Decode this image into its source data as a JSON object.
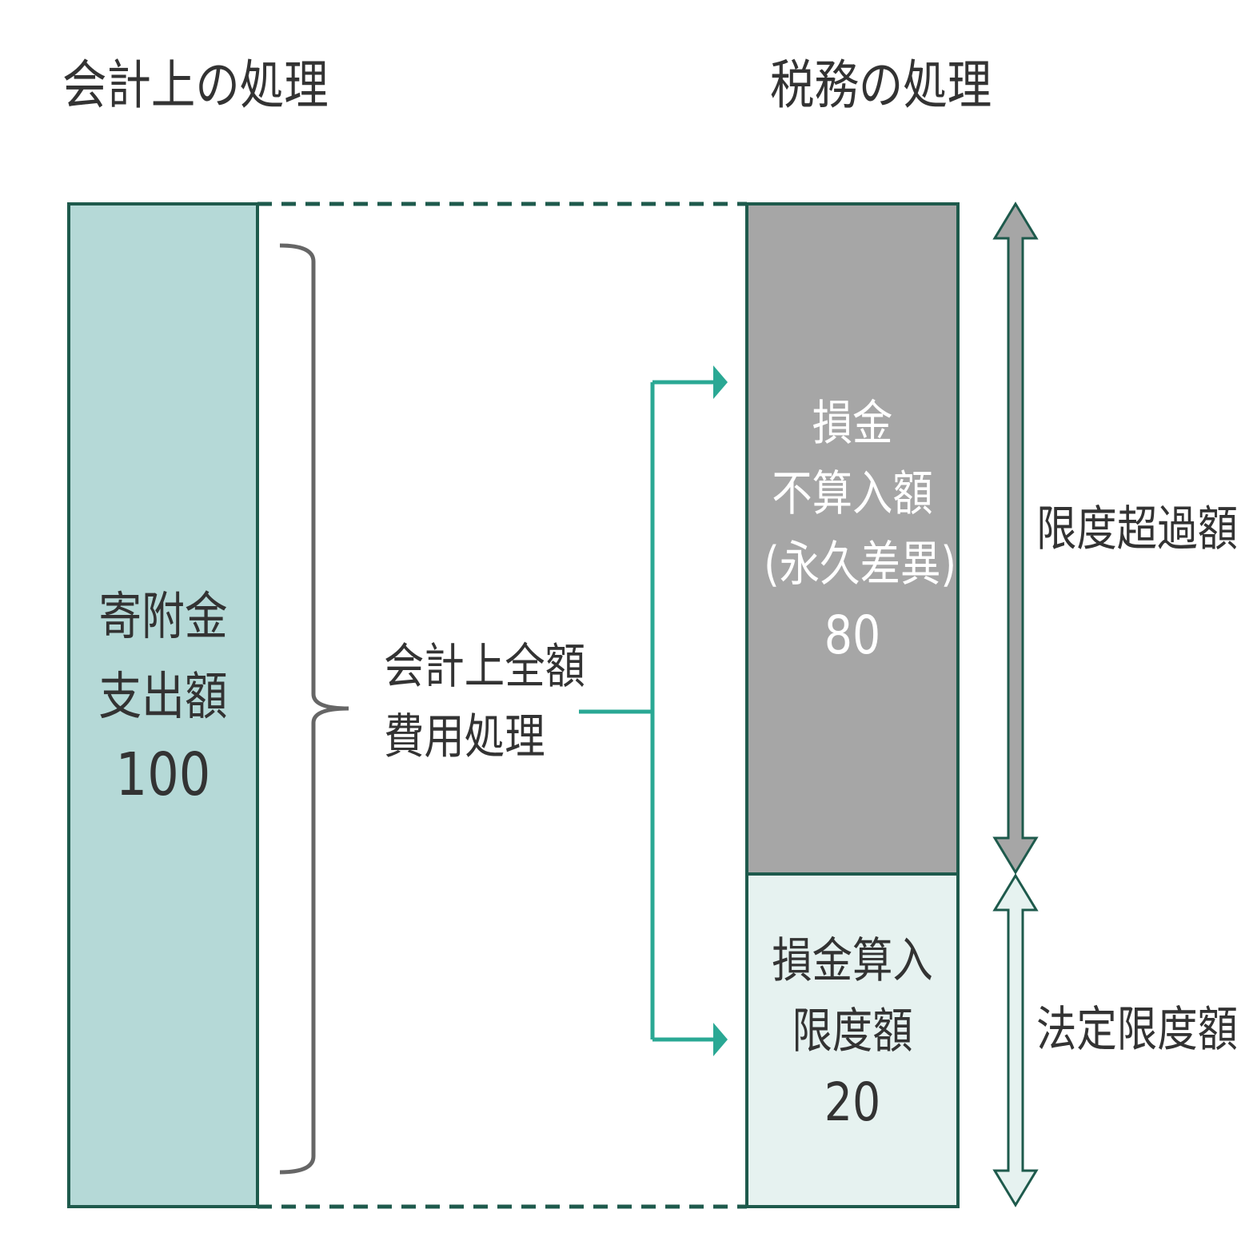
{
  "headings": {
    "accounting": "会計上の処理",
    "tax": "税務の処理"
  },
  "left_block": {
    "line1": "寄附金",
    "line2": "支出額",
    "value": "100"
  },
  "middle": {
    "line1": "会計上全額",
    "line2": "費用処理"
  },
  "non_deductible_block": {
    "line1": "損金",
    "line2": "不算入額",
    "line3": "(永久差異)",
    "value": "80"
  },
  "deductible_block": {
    "line1": "損金算入",
    "line2": "限度額",
    "value": "20"
  },
  "right_labels": {
    "excess": "限度超過額",
    "statutory_limit": "法定限度額"
  },
  "colors": {
    "border": "#1e5a4c",
    "left_fill": "#b5d9d7",
    "dark_fill": "#a6a6a6",
    "light_fill": "#e6f2f0",
    "arrow": "#2aa894",
    "brace": "#666666"
  }
}
